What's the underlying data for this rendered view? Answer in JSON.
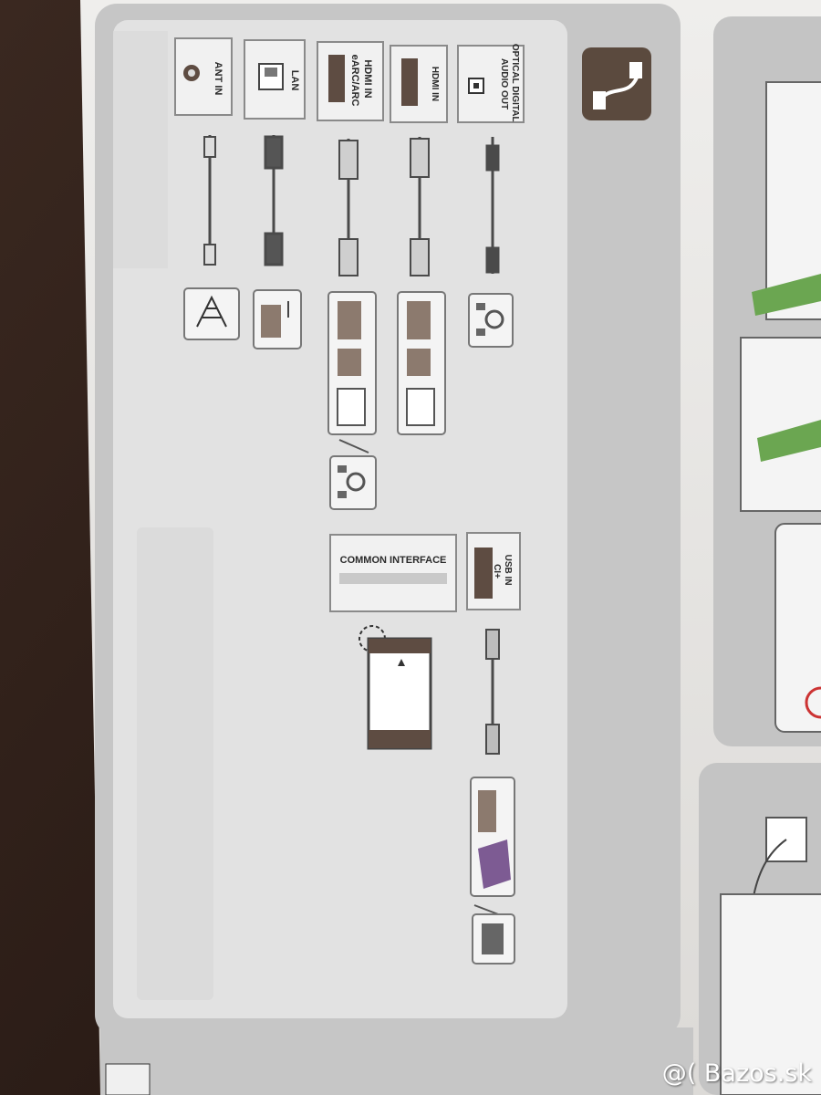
{
  "ports": {
    "optical": [
      "OPTICAL DIGITAL",
      "AUDIO OUT"
    ],
    "hdmi_in": "HDMI IN",
    "hdmi_earc": [
      "HDMI IN",
      "eARC/ARC"
    ],
    "lan": "LAN",
    "ant_in": "ANT IN",
    "common_interface": "COMMON INTERFACE",
    "usb_in": [
      "USB IN",
      "CI+"
    ]
  },
  "watermark": "@( Bazos.sk",
  "colors": {
    "carpet": "#2d1d17",
    "paper": "#ecebe9",
    "panel_bg": "#e1e1e1",
    "panel_dark": "#bdbdbd",
    "icon_box": "#5b4a3e",
    "cam_purple": "#7d5b93",
    "cable_green": "#6ba651"
  },
  "icons": [
    "cable-icon",
    "hdmi-connector-icon",
    "ethernet-connector-icon",
    "antenna-icon",
    "usb-connector-icon",
    "ci-card-icon",
    "usb-stick-icon",
    "speaker-icon",
    "monitor-icon",
    "router-icon"
  ]
}
